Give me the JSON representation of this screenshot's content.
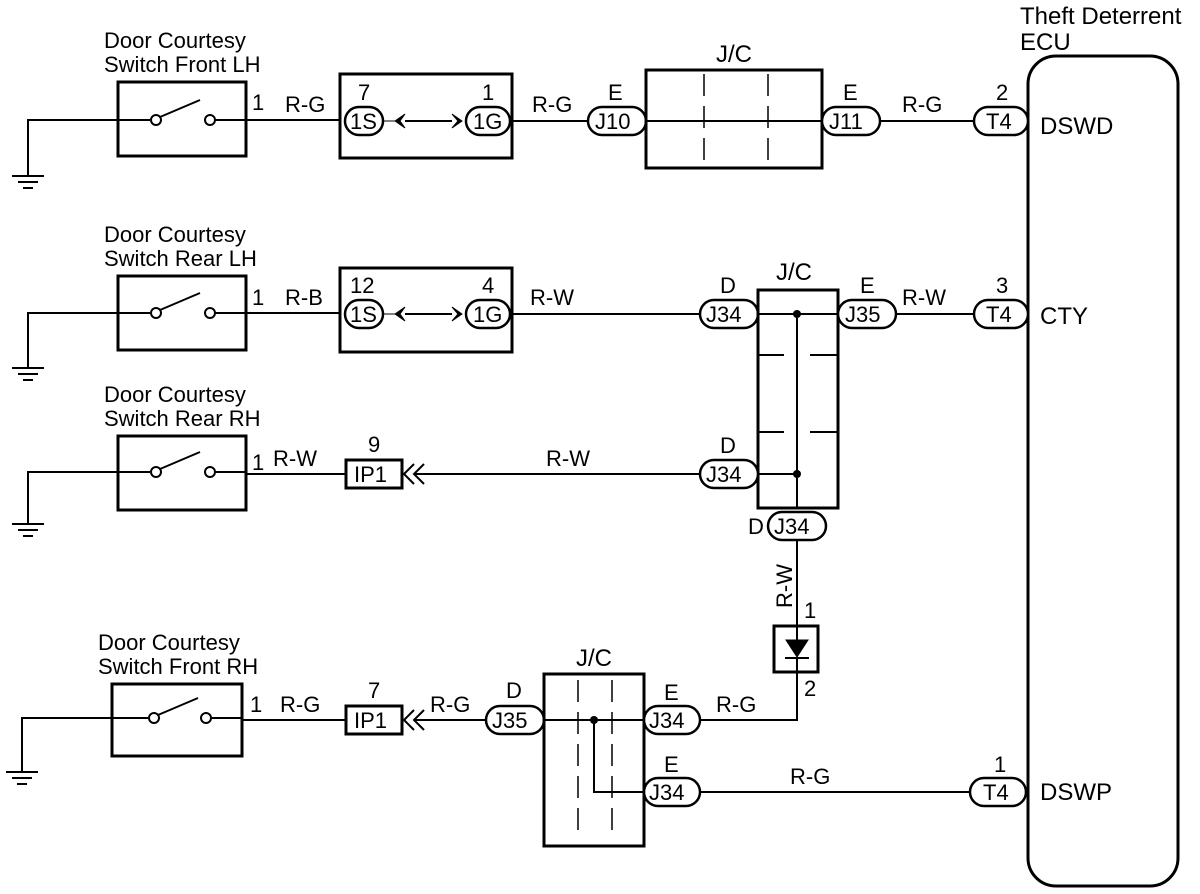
{
  "ecu": {
    "title_line1": "Theft Deterrent",
    "title_line2": "ECU",
    "pins": [
      "DSWD",
      "CTY",
      "DSWP"
    ]
  },
  "switches": [
    {
      "line1": "Door Courtesy",
      "line2": "Switch Front LH",
      "pin": "1"
    },
    {
      "line1": "Door Courtesy",
      "line2": "Switch Rear LH",
      "pin": "1"
    },
    {
      "line1": "Door Courtesy",
      "line2": "Switch Rear RH",
      "pin": "1"
    },
    {
      "line1": "Door Courtesy",
      "line2": "Switch Front RH",
      "pin": "1"
    }
  ],
  "junction_label": "J/C",
  "wires": {
    "rg": "R-G",
    "rb": "R-B",
    "rw": "R-W",
    "rw_vertical": "R-W"
  },
  "connectors": {
    "c_1s_a": {
      "name": "1S",
      "pin": "7"
    },
    "c_1g_a": {
      "name": "1G",
      "pin": "1"
    },
    "c_1s_b": {
      "name": "1S",
      "pin": "12"
    },
    "c_1g_b": {
      "name": "1G",
      "pin": "4"
    },
    "c_j10": {
      "name": "J10",
      "pin": "E"
    },
    "c_j11": {
      "name": "J11",
      "pin": "E"
    },
    "c_t4_a": {
      "name": "T4",
      "pin": "2"
    },
    "c_j34_a": {
      "name": "J34",
      "pin": "D"
    },
    "c_j35_a": {
      "name": "J35",
      "pin": "E"
    },
    "c_t4_b": {
      "name": "T4",
      "pin": "3"
    },
    "c_ip1_a": {
      "name": "IP1",
      "pin": "9"
    },
    "c_j34_b": {
      "name": "J34",
      "pin": "D"
    },
    "c_j34_c": {
      "name": "J34",
      "pin": "D"
    },
    "c_ip1_b": {
      "name": "IP1",
      "pin": "7"
    },
    "c_j35_b": {
      "name": "J35",
      "pin": "D"
    },
    "c_j34_d": {
      "name": "J34",
      "pin": "E"
    },
    "c_j34_e": {
      "name": "J34",
      "pin": "E"
    },
    "c_t4_c": {
      "name": "T4",
      "pin": "1"
    }
  },
  "diode": {
    "pin_top": "1",
    "pin_bottom": "2"
  }
}
